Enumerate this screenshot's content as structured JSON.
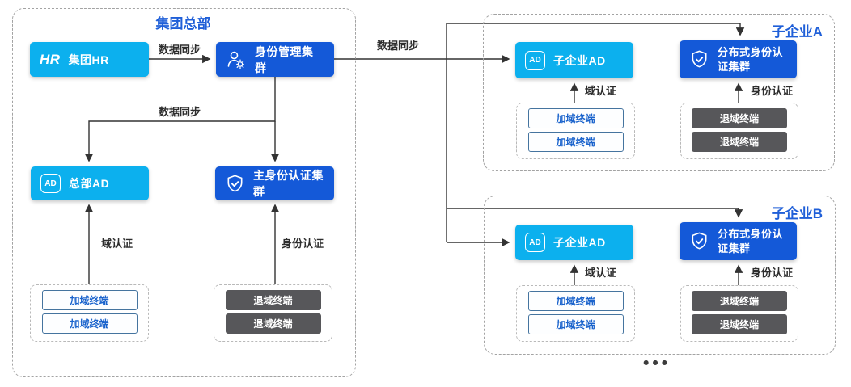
{
  "colors": {
    "node_cyan": "#0cb0ee",
    "node_blue": "#1459d8",
    "zone_title_blue": "#1f5fd8",
    "line_gray": "#333333",
    "join_terminal_text": "#1a63cc",
    "leave_terminal_bg": "#57575a",
    "dashed_border": "#a3a3a3"
  },
  "icons": {
    "hr": "HR",
    "ad": "AD"
  },
  "hq": {
    "title": "集团总部",
    "nodes": {
      "hr": {
        "label": "集团HR"
      },
      "identity_mgmt": {
        "label": "身份管理集群"
      },
      "hq_ad": {
        "label": "总部AD"
      },
      "main_auth": {
        "label": "主身份认证集群"
      }
    },
    "edge_labels": {
      "sync_hr_to_idm": "数据同步",
      "sync_idm_to_ad": "数据同步",
      "domain_auth": "域认证",
      "identity_auth": "身份认证"
    },
    "join_terminals": [
      "加域终端",
      "加域终端"
    ],
    "leave_terminals": [
      "退域终端",
      "退域终端"
    ]
  },
  "main_sync_label": "数据同步",
  "subsidiaries": [
    {
      "title": "子企业A",
      "ad_label": "子企业AD",
      "auth_label": "分布式身份认证集群",
      "domain_auth": "域认证",
      "identity_auth": "身份认证",
      "join_terminals": [
        "加域终端",
        "加域终端"
      ],
      "leave_terminals": [
        "退域终端",
        "退域终端"
      ]
    },
    {
      "title": "子企业B",
      "ad_label": "子企业AD",
      "auth_label": "分布式身份认证集群",
      "domain_auth": "域认证",
      "identity_auth": "身份认证",
      "join_terminals": [
        "加域终端",
        "加域终端"
      ],
      "leave_terminals": [
        "退域终端",
        "退域终端"
      ]
    }
  ],
  "ellipsis": "•••"
}
